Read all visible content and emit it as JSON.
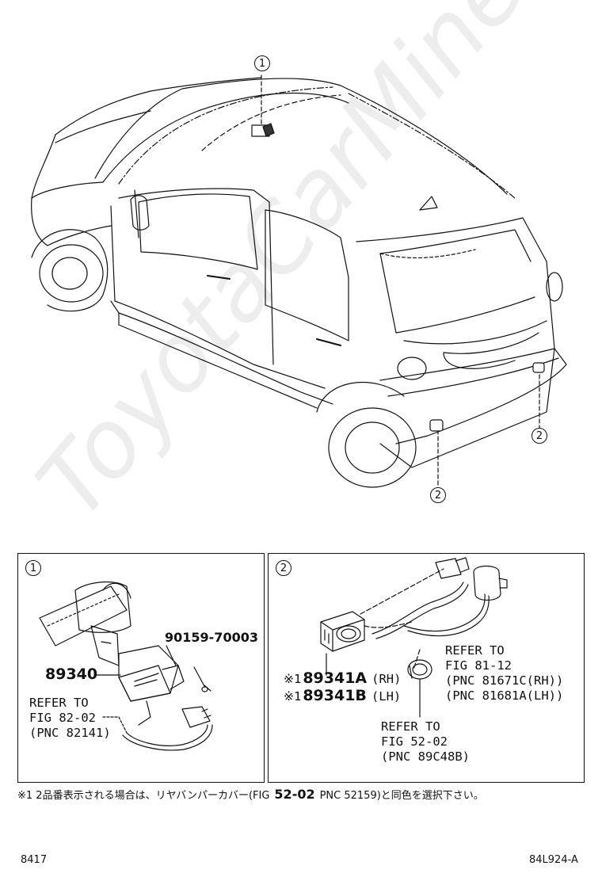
{
  "callout_labels": {
    "part1": "1",
    "part2": "2"
  },
  "panel1": {
    "callout": "1",
    "bolt_part_no": "90159-70003",
    "sensor_part_no": "89340",
    "refer_lines": [
      "REFER TO",
      "FIG 82-02",
      "(PNC 82141)"
    ]
  },
  "panel2": {
    "callout": "2",
    "sensor_rh_prefix": "※1",
    "sensor_rh_part_no": "89341A",
    "sensor_rh_side": "(RH)",
    "sensor_lh_prefix": "※1",
    "sensor_lh_part_no": "89341B",
    "sensor_lh_side": "(LH)",
    "refer_harness_lines": [
      "REFER TO",
      "FIG 81-12",
      "(PNC 81671C(RH))",
      "(PNC 81681A(LH))"
    ],
    "refer_bumper_lines": [
      "REFER TO",
      "FIG 52-02",
      "(PNC 89C48B)"
    ]
  },
  "footnote": {
    "prefix": "※1 2品番表示される場合は、リヤバンパーカバー(FIG",
    "fig_no": "52-02",
    "pnc": "PNC 52159",
    "suffix": ")と同色を選択下さい。"
  },
  "footer": {
    "page_no": "8417",
    "illustration_id": "84L924-A"
  },
  "watermark": "ToyotaCarMine.ru"
}
